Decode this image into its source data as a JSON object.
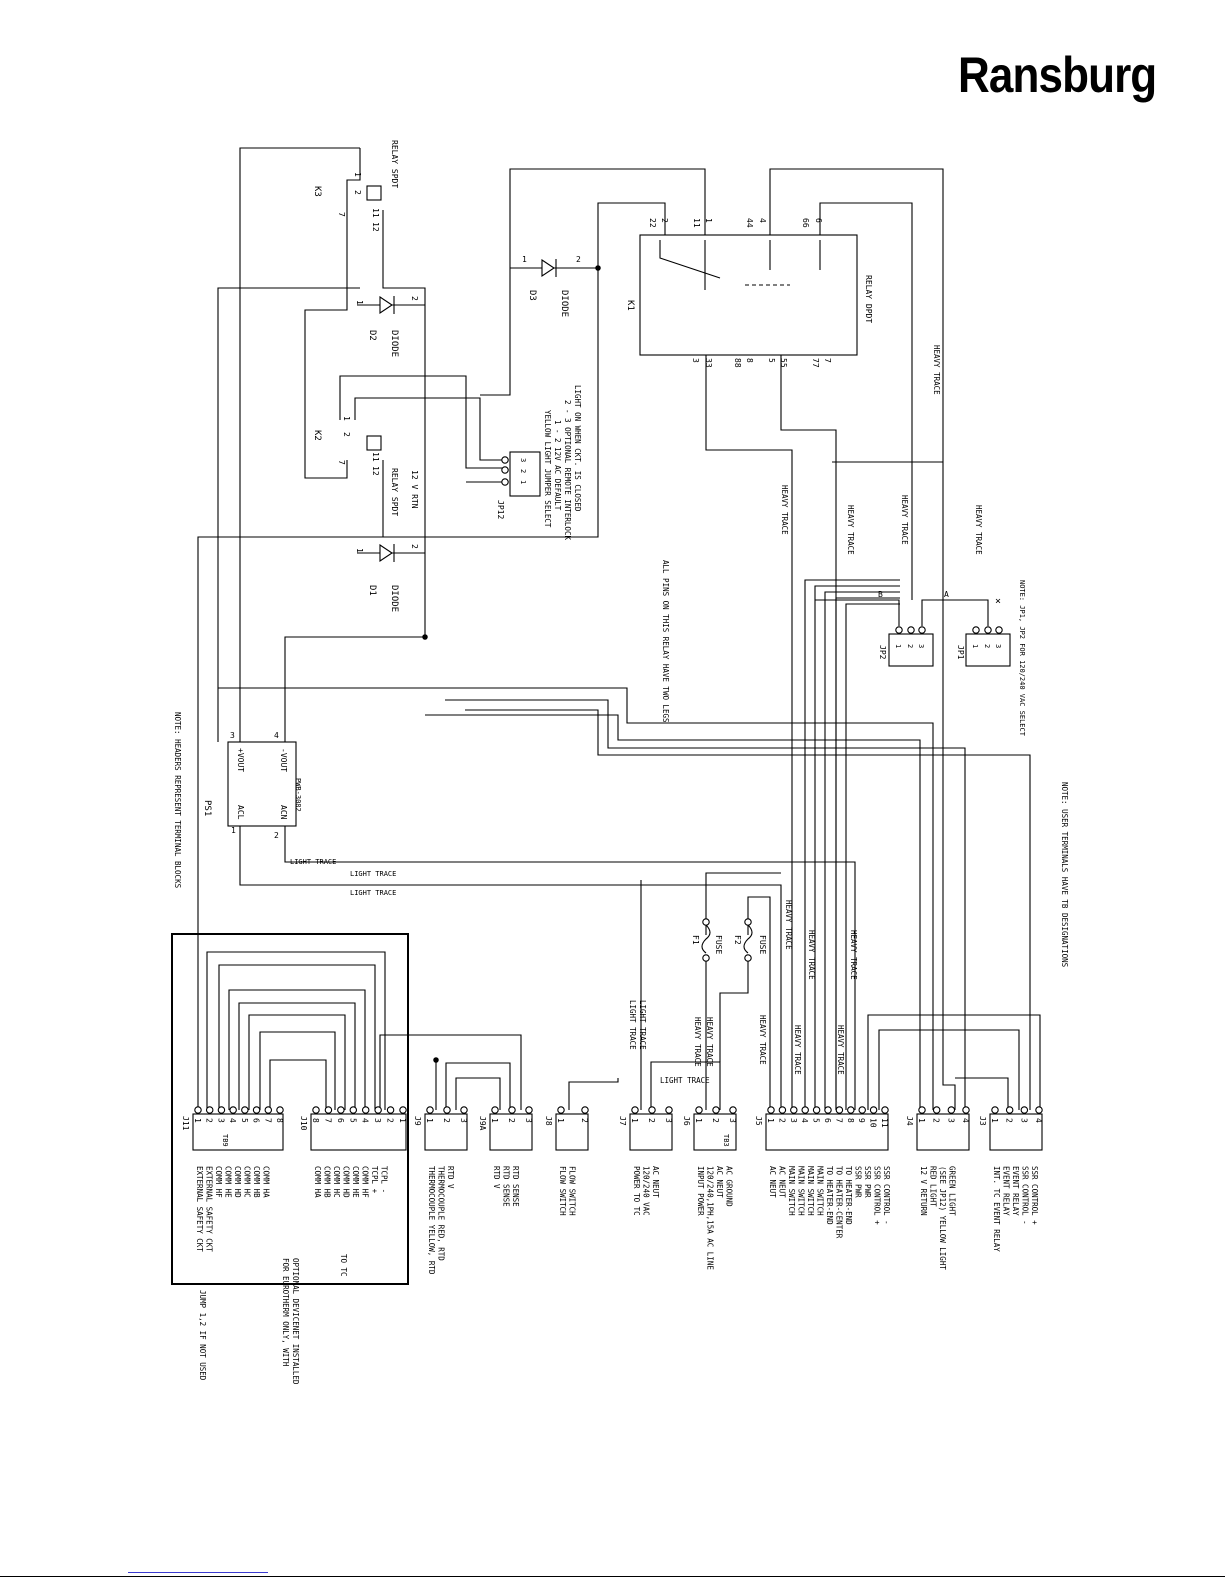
{
  "brand": {
    "logo": "Ransburg"
  },
  "notes": {
    "headers": "NOTE: HEADERS REPRESENT TERMINAL BLOCKS",
    "relay_pins": "ALL PINS ON THIS RELAY HAVE TWO LEGS",
    "user_terminals": "NOTE: USER TERMINALS HAVE TB DESIGNATIONS",
    "jp_select": "NOTE: JP1, JP2 FOR 120/240 VAC SELECT",
    "jump": "JUMP 1,2 IF NOT USED",
    "eurotherm_1": "FOR EUROTHERM ONLY, WITH",
    "eurotherm_2": "OPTIONAL DEVICENET INSTALLED",
    "yellow_jp_1": "YELLOW LIGHT JUMPER SELECT",
    "yellow_jp_2": "1 - 2 12V AC DEFAULT",
    "yellow_jp_3": "2 - 3 OPTIONAL REMOTE INTERLOCK",
    "yellow_jp_4": "LIGHT ON WHEN CKT. IS CLOSED"
  },
  "components": {
    "k1": "K1",
    "k1_type": "RELAY DPDT",
    "k2": "K2",
    "k2_type": "RELAY SPDT",
    "k3": "K3",
    "k3_type": "RELAY SPDT",
    "d1": "D1",
    "d2": "D2",
    "d3": "D3",
    "diode": "DIODE",
    "ps1": "PS1",
    "ps1_part": "PWB-3082",
    "ps1_acl": "ACL",
    "ps1_acn": "ACN",
    "ps1_vout_pos": "+VOUT",
    "ps1_vout_neg": "-VOUT",
    "f1": "F1",
    "f2": "F2",
    "fuse": "FUSE",
    "jp1": "JP1",
    "jp2": "JP2",
    "jp12": "JP12",
    "v_rtn": "12 V RTN",
    "heavy_trace": "HEAVY TRACE",
    "light_trace": "LIGHT TRACE"
  },
  "connectors": [
    {
      "id": "J11",
      "tb": "TB9",
      "pins": [
        "1",
        "2",
        "3",
        "4",
        "5",
        "6",
        "7",
        "8"
      ],
      "labels": [
        "EXTERNAL SAFETY CKT",
        "EXTERNAL SAFETY CKT",
        "COMM HF",
        "COMM HE",
        "COMM HD",
        "COMM HC",
        "COMM HB",
        "COMM HA"
      ]
    },
    {
      "id": "J10",
      "tb": "",
      "pins": [
        "8",
        "7",
        "6",
        "5",
        "4",
        "3",
        "2",
        "1"
      ],
      "labels": [
        "COMM HA",
        "COMM HB",
        "COMM HC",
        "COMM HD",
        "COMM HE",
        "COMM HF",
        "TCPL +",
        "TCPL -"
      ],
      "note": "TO TC"
    },
    {
      "id": "J9",
      "tb": "",
      "pins": [
        "1",
        "2",
        "3"
      ],
      "labels": [
        "THERMOCOUPLE YELLOW, RTD",
        "THERMOCOUPLE RED, RTD",
        "RTD V"
      ]
    },
    {
      "id": "J9A",
      "tb": "",
      "pins": [
        "1",
        "2",
        "3"
      ],
      "labels": [
        "RTD V",
        "RTD SENSE",
        "RTD SENSE"
      ]
    },
    {
      "id": "J8",
      "tb": "",
      "pins": [
        "1",
        "2"
      ],
      "labels": [
        "FLOW SWITCH",
        "FLOW SWITCH"
      ]
    },
    {
      "id": "J7",
      "tb": "",
      "pins": [
        "1",
        "2",
        "3"
      ],
      "labels": [
        "POWER TO TC",
        "120/240 VAC",
        "AC NEUT"
      ]
    },
    {
      "id": "J6",
      "tb": "TB3",
      "pins": [
        "1",
        "2",
        "3"
      ],
      "labels": [
        "INPUT POWER",
        "120/240,1PH,15A AC LINE",
        "AC NEUT",
        "AC GROUND"
      ]
    },
    {
      "id": "J5",
      "tb": "",
      "pins": [
        "1",
        "2",
        "3",
        "4",
        "5",
        "6",
        "7",
        "8",
        "9",
        "10",
        "11"
      ],
      "labels": [
        "AC NEUT",
        "AC NEUT",
        "MAIN SWITCH",
        "MAIN SWITCH",
        "MAIN SWITCH",
        "MAIN SWITCH",
        "TO HEATER-END",
        "TO HEATER-CENTER",
        "TO HEATER-END",
        "SSR PWR",
        "SSR PWR",
        "SSR CONTROL +",
        "SSR CONTROL -"
      ]
    },
    {
      "id": "J4",
      "tb": "",
      "pins": [
        "1",
        "2",
        "3",
        "4"
      ],
      "labels": [
        "12 V RETURN",
        "RED LIGHT",
        "(SEE JP12) YELLOW LIGHT",
        "GREEN LIGHT"
      ]
    },
    {
      "id": "J3",
      "tb": "",
      "pins": [
        "1",
        "2",
        "3",
        "4"
      ],
      "labels": [
        "INT. TC EVENT RELAY",
        "EVENT RELAY",
        "EVENT RELAY",
        "SSR CONTROL -",
        "SSR CONTROL +"
      ]
    }
  ]
}
